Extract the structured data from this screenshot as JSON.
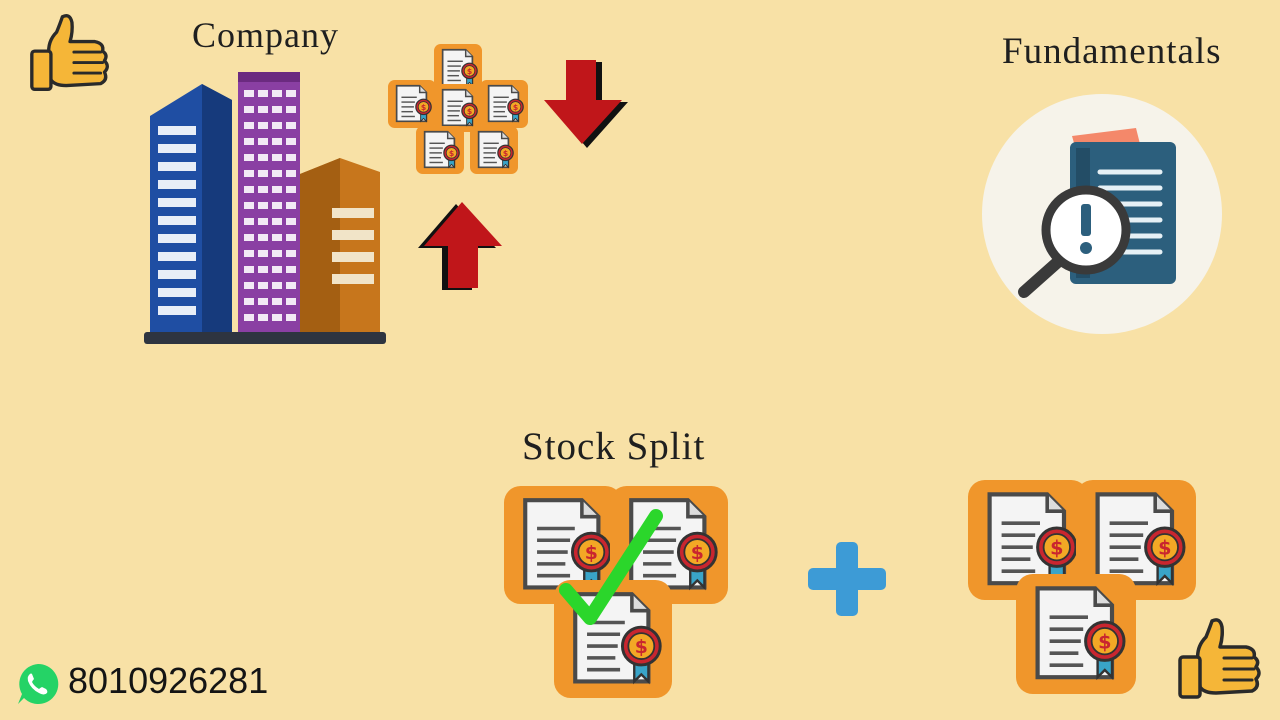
{
  "labels": {
    "company": "Company",
    "fundamentals": "Fundamentals",
    "stock_split": "Stock Split"
  },
  "contact": {
    "phone": "8010926281",
    "icon": "whatsapp-icon"
  },
  "colors": {
    "background": "#f8e1a6",
    "tile_orange": "#f0962b",
    "arrow_red": "#c0161a",
    "plus_blue": "#3d9bd6",
    "check_green": "#2bd62b",
    "whatsapp_green": "#25d366",
    "book_teal": "#2c5f7d"
  },
  "icons": [
    "thumbs-up-icon",
    "buildings-icon",
    "share-certificate-icon",
    "arrow-down-icon",
    "arrow-up-icon",
    "magnifier-document-icon",
    "checkmark-icon",
    "plus-icon"
  ]
}
